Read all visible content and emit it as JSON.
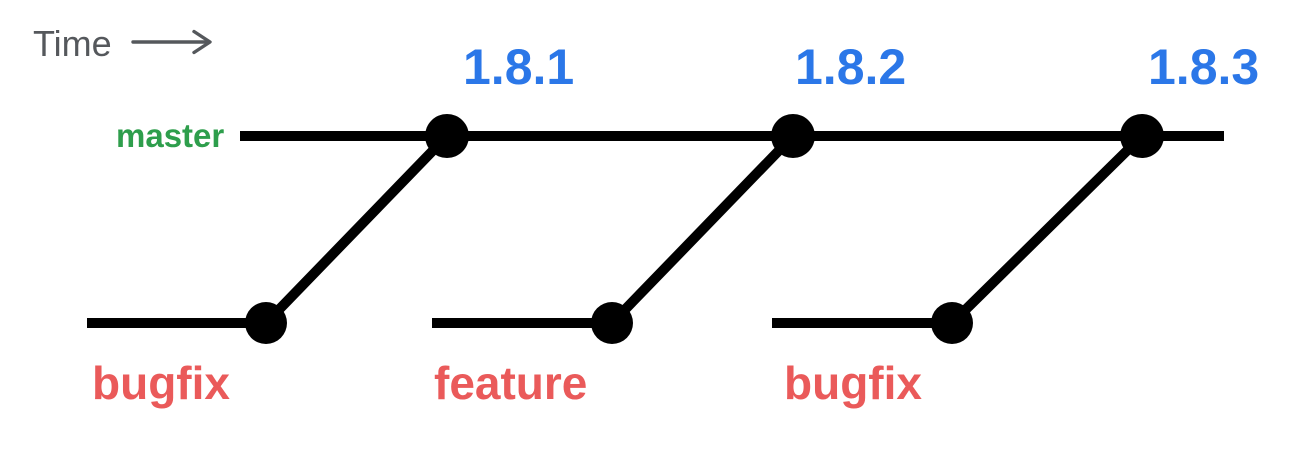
{
  "diagram": {
    "time_label": "Time",
    "master": {
      "label": "master"
    },
    "tags": [
      {
        "label": "1.8.1"
      },
      {
        "label": "1.8.2"
      },
      {
        "label": "1.8.3"
      }
    ],
    "branches": [
      {
        "label": "bugfix"
      },
      {
        "label": "feature"
      },
      {
        "label": "bugfix"
      }
    ]
  },
  "colors": {
    "tag_blue": "#2b77e8",
    "master_green": "#2e9e4c",
    "branch_red": "#ea5a5a",
    "line_black": "#000000",
    "time_gray": "#55585c"
  }
}
